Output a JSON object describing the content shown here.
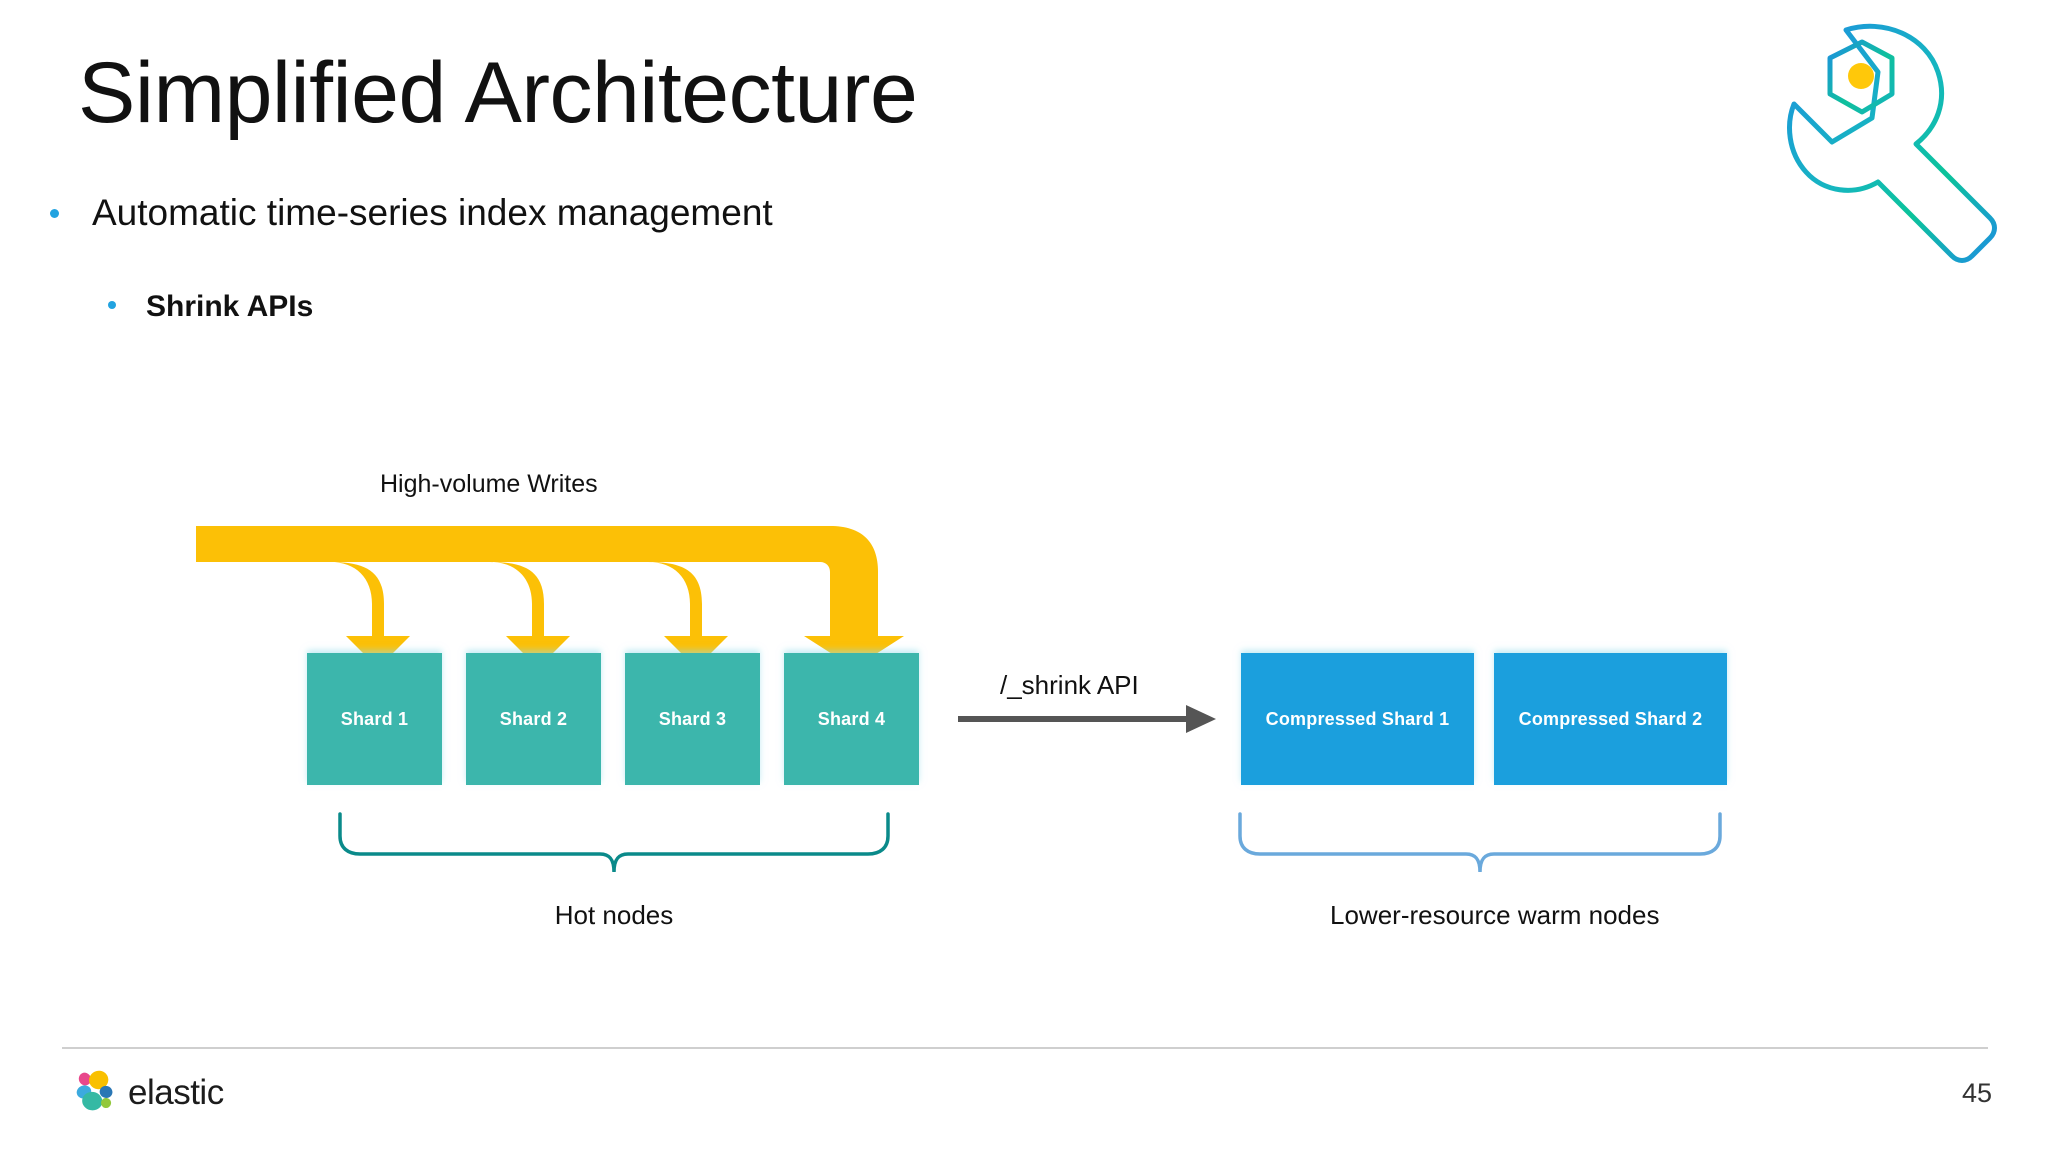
{
  "slide": {
    "title": "Simplified Architecture",
    "page_number": "45"
  },
  "bullets": [
    {
      "level": 1,
      "text": "Automatic time-series index management"
    },
    {
      "level": 2,
      "text": "Shrink APIs"
    }
  ],
  "diagram": {
    "writes_label": "High-volume Writes",
    "shrink_label": "/_shrink API",
    "hot_shards": [
      {
        "label": "Shard 1"
      },
      {
        "label": "Shard 2"
      },
      {
        "label": "Shard 3"
      },
      {
        "label": "Shard 4"
      }
    ],
    "warm_shards": [
      {
        "label": "Compressed Shard 1"
      },
      {
        "label": "Compressed Shard 2"
      }
    ],
    "hot_brace_label": "Hot nodes",
    "warm_brace_label": "Lower-resource warm nodes"
  },
  "footer": {
    "brand": "elastic"
  },
  "colors": {
    "hot_shard": "#3cb6ac",
    "warm_shard": "#1b9fdd",
    "write_arrow": "#fcc006",
    "shrink_arrow": "#555555",
    "hot_brace": "#0a8a8a",
    "warm_brace": "#6aa9dc",
    "bullet": "#22a3e0",
    "wrench_blue": "#1e96dd",
    "wrench_green": "#0fbf9a",
    "wrench_nut": "#ffc80a"
  }
}
